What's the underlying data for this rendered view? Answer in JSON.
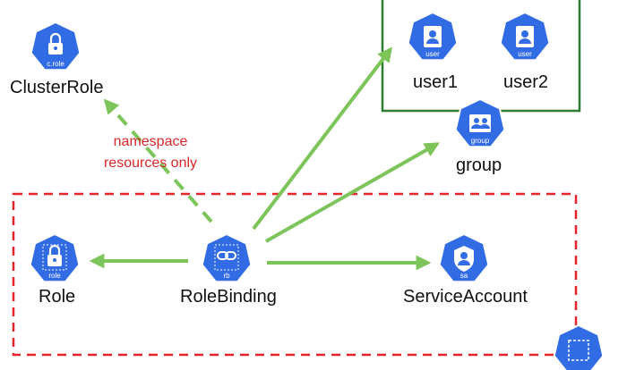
{
  "nodes": {
    "clusterrole": {
      "label": "ClusterRole",
      "badge": "c.role",
      "icon": "lock-icon"
    },
    "user1": {
      "label": "user1",
      "badge": "user",
      "icon": "user-icon"
    },
    "user2": {
      "label": "user2",
      "badge": "user",
      "icon": "user-icon"
    },
    "group": {
      "label": "group",
      "badge": "group",
      "icon": "group-icon"
    },
    "role": {
      "label": "Role",
      "badge": "role",
      "icon": "lock-icon"
    },
    "rolebinding": {
      "label": "RoleBinding",
      "badge": "rb",
      "icon": "link-icon"
    },
    "serviceaccount": {
      "label": "ServiceAccount",
      "badge": "sa",
      "icon": "shield-user-icon"
    },
    "namespace": {
      "icon": "dashed-square-icon"
    }
  },
  "annotation": {
    "line1": "namespace",
    "line2": "resources only"
  },
  "colors": {
    "icon_fill": "#326CE5",
    "arrow": "#7DC45A",
    "namespace_border": "#E8232B",
    "group_box_border": "#2E7D32",
    "annotation_text": "#D62728"
  }
}
